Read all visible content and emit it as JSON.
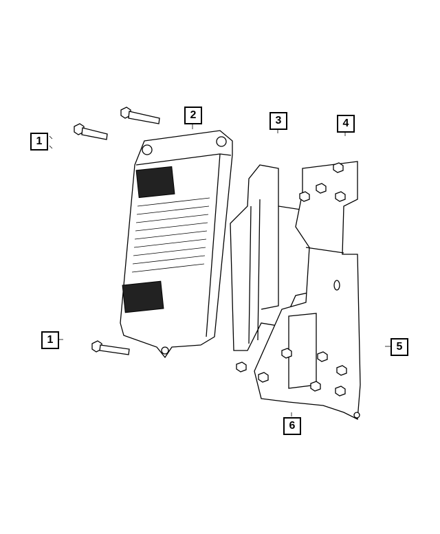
{
  "callouts": [
    {
      "id": "1a",
      "label": "1"
    },
    {
      "id": "2",
      "label": "2"
    },
    {
      "id": "3",
      "label": "3"
    },
    {
      "id": "4",
      "label": "4"
    },
    {
      "id": "1b",
      "label": "1"
    },
    {
      "id": "5",
      "label": "5"
    },
    {
      "id": "6",
      "label": "6"
    }
  ]
}
